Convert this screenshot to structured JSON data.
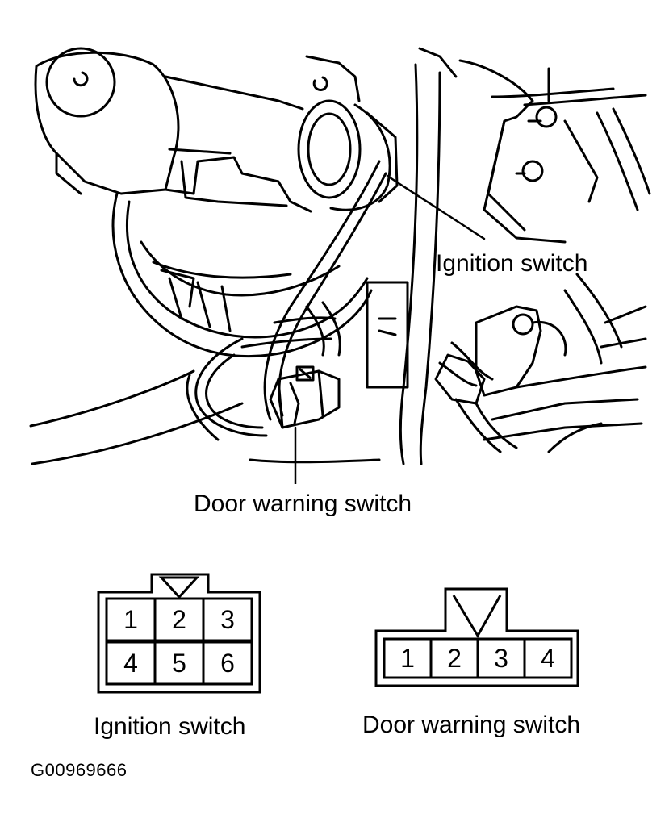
{
  "callouts": {
    "ignition_switch": "Ignition switch",
    "door_warning_switch": "Door warning switch"
  },
  "connectors": {
    "ignition": {
      "caption": "Ignition switch",
      "pins": [
        "1",
        "2",
        "3",
        "4",
        "5",
        "6"
      ]
    },
    "door_warning": {
      "caption": "Door warning switch",
      "pins": [
        "1",
        "2",
        "3",
        "4"
      ]
    }
  },
  "figure_id": "G00969666"
}
